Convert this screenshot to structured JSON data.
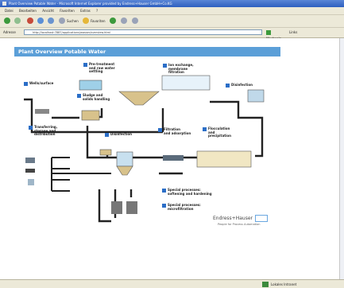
{
  "window": {
    "title": "Plant Overview Potable Water - Microsoft Internet Explorer provided by Endress+Hauser GmbH+Co.KG"
  },
  "menu": [
    "Datei",
    "Bearbeiten",
    "Ansicht",
    "Favoriten",
    "Extras",
    "?"
  ],
  "toolbar": {
    "search": "Suchen",
    "favorites": "Favoriten"
  },
  "addressbar": {
    "label": "Adresse",
    "url": "http://localhost:7887/applications/wasser/overview.html",
    "go": "Wechseln zu",
    "links": "Links"
  },
  "status": {
    "zone": "Lokales Intranet"
  },
  "page": {
    "title": "Plant Overview Potable Water",
    "logo": "Endress+Hauser",
    "tagline": "People for Process Automation",
    "labels": {
      "well": "Wells/surface",
      "pretreatment": "Pre-treatment\nand raw water\nsettling",
      "ionexchange": "Ion exchange,\nmembrane\nfiltration",
      "disinfect_top": "Disinfection",
      "sludge": "Sludge and\nsolids handling",
      "transfer": "Transferring,\nstorage and\ndistribution",
      "disinfect_mid": "Disinfection",
      "filtration": "Filtration\nand adsorption",
      "flocculation": "Flocculation\nand\nprecipitation",
      "special_softening": "Special processes:\nsoftening and hardening",
      "special_micro": "Special processes:\nmicrofiltration"
    }
  }
}
